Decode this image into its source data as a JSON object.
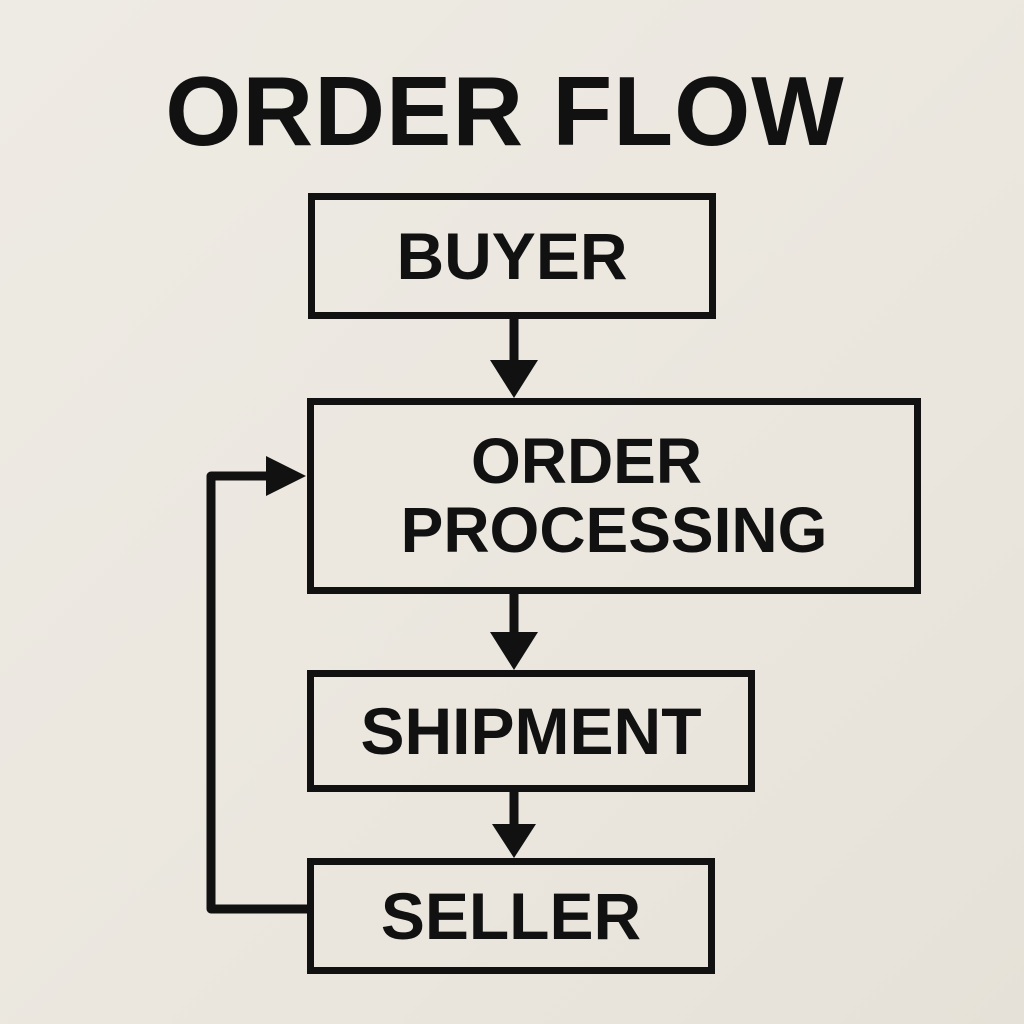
{
  "diagram": {
    "title": "ORDER FLOW",
    "nodes": {
      "buyer": "BUYER",
      "processing_line1": "ORDER",
      "processing_line2": "PROCESSING",
      "shipment": "SHIPMENT",
      "seller": "SELLER"
    },
    "edges": [
      {
        "from": "BUYER",
        "to": "ORDER PROCESSING"
      },
      {
        "from": "ORDER PROCESSING",
        "to": "SHIPMENT"
      },
      {
        "from": "SHIPMENT",
        "to": "SELLER"
      },
      {
        "from": "SELLER",
        "to": "ORDER PROCESSING"
      }
    ],
    "colors": {
      "stroke": "#111111",
      "background": "#ebe7df"
    }
  }
}
